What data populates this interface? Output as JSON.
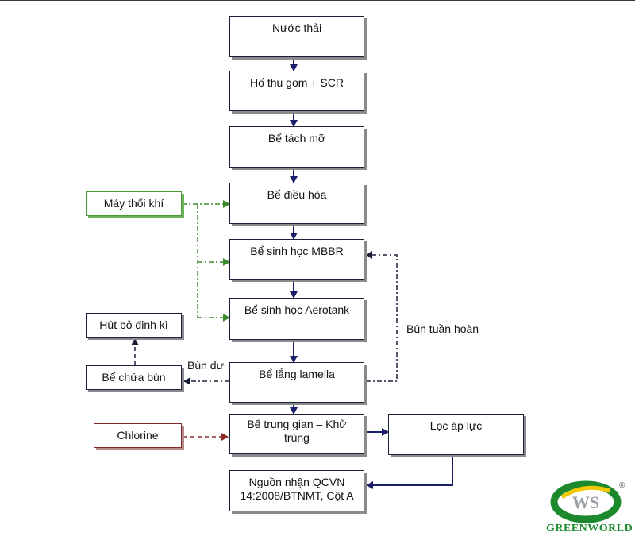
{
  "main_flow": [
    "Nước thải",
    "Hố thu gom + SCR",
    "Bể tách mỡ",
    "Bể điều hòa",
    "Bể sinh học MBBR",
    "Bể sinh học Aerotank",
    "Bể lắng lamella",
    "Bể trung gian – Khử trùng",
    "Nguồn nhận QCVN 14:2008/BTNMT, Cột A"
  ],
  "side_boxes": {
    "blower": "Máy thổi khí",
    "periodic_suction": "Hút bỏ định kì",
    "sludge_tank": "Bể chứa bùn",
    "chlorine": "Chlorine",
    "pressure_filter": "Lọc áp lực"
  },
  "labels": {
    "excess_sludge": "Bùn dư",
    "return_sludge": "Bùn tuần hoàn"
  },
  "logo": {
    "text": "GREENWORLD",
    "mark": "®",
    "colors": {
      "green": "#1c8a2c",
      "yellow": "#f2c800",
      "gray": "#9aa0a6"
    }
  },
  "colors": {
    "flow_line": "#1b1f6a",
    "air_line": "#3a8a2a",
    "chlorine_line": "#8a2a2a",
    "sludge_line": "#1b1f3a"
  }
}
